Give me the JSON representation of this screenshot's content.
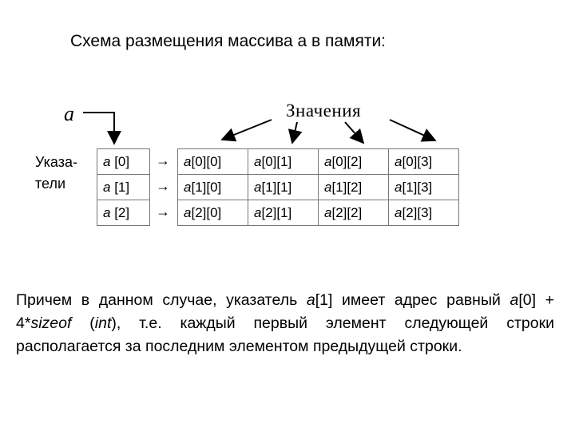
{
  "title": "Схема размещения массива a в памяти:",
  "variable_label": "a",
  "values_label": "Значения",
  "pointers_label_line1": "Указа-",
  "pointers_label_line2": "тели",
  "pointer_cells": [
    {
      "name": "a",
      "index": " [0]"
    },
    {
      "name": "a",
      "index": " [1]"
    },
    {
      "name": "a",
      "index": " [2]"
    }
  ],
  "row_arrow": "→",
  "value_rows": [
    [
      {
        "name": "a",
        "index": "[0][0]"
      },
      {
        "name": "a",
        "index": "[0][1]"
      },
      {
        "name": "a",
        "index": "[0][2]"
      },
      {
        "name": "a",
        "index": "[0][3]"
      }
    ],
    [
      {
        "name": "a",
        "index": "[1][0]"
      },
      {
        "name": "a",
        "index": "[1][1]"
      },
      {
        "name": "a",
        "index": "[1][2]"
      },
      {
        "name": "a",
        "index": "[1][3]"
      }
    ],
    [
      {
        "name": "a",
        "index": "[2][0]"
      },
      {
        "name": "a",
        "index": "[2][1]"
      },
      {
        "name": "a",
        "index": "[2][2]"
      },
      {
        "name": "a",
        "index": "[2][3]"
      }
    ]
  ],
  "paragraph": {
    "p1": "Причем в данном случае, указатель ",
    "p2": "a",
    "p3": "[1] имеет адрес равный ",
    "p4": "a",
    "p5": "[0] + 4*",
    "p6": "sizeof",
    "p7": " (",
    "p8": "int",
    "p9": "), т.е. каждый первый элемент следующей строки располагается за последним элементом предыдущей строки."
  }
}
